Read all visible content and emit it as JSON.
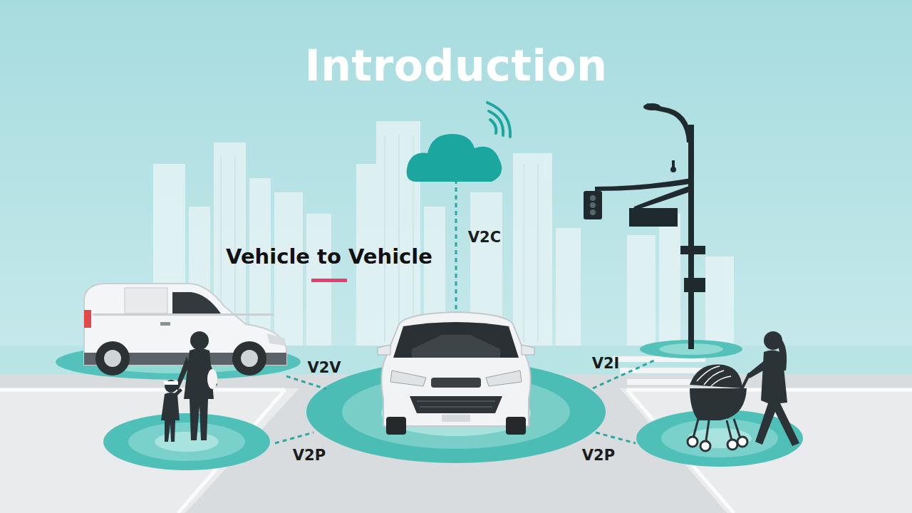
{
  "diagram": {
    "title": "Introduction",
    "labels": [
      "Vehicle to Vehicle",
      "V2C",
      "V2V",
      "V2I",
      "V2P",
      "V2P"
    ]
  }
}
